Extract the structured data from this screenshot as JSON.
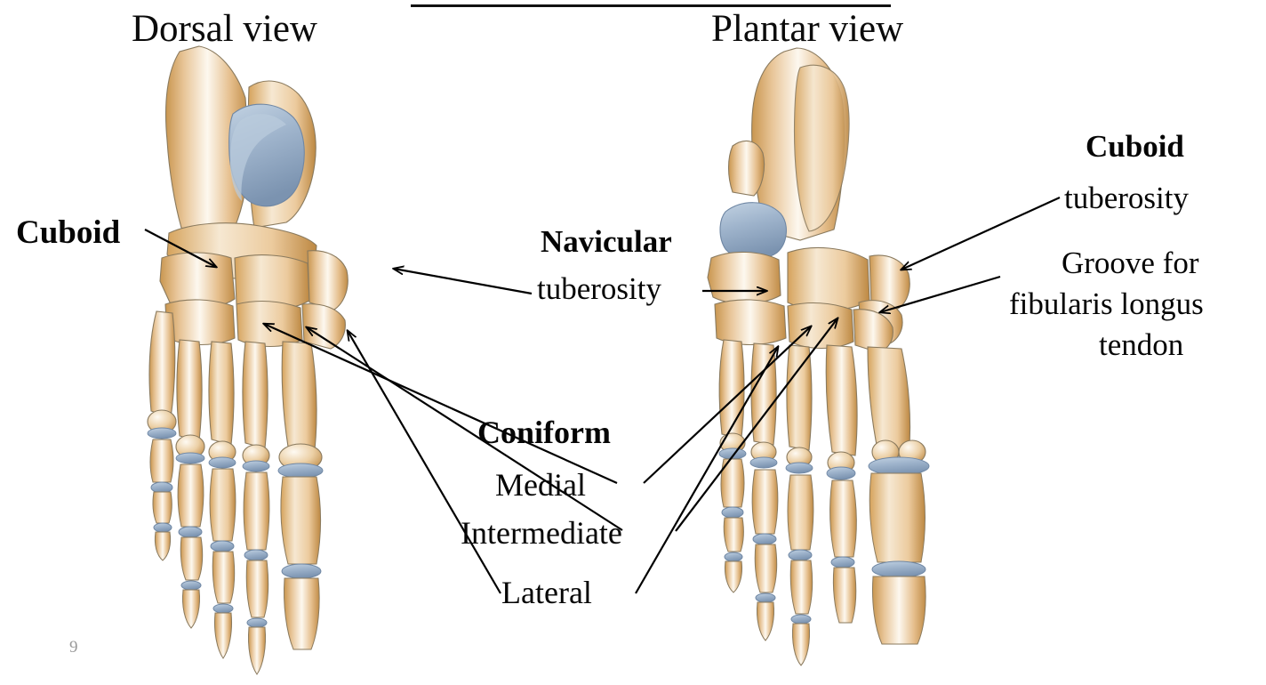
{
  "slide": {
    "page_number": "9",
    "background_color": "#ffffff",
    "divider_color": "#111111"
  },
  "views": {
    "left": {
      "title": "Dorsal view"
    },
    "right": {
      "title": "Plantar view"
    }
  },
  "labels": {
    "cuboid_left": "Cuboid",
    "navicular": "Navicular",
    "navicular_tuberosity": "tuberosity",
    "cuboid_right": "Cuboid",
    "cuboid_tuberosity": "tuberosity",
    "groove_line1": "Groove for",
    "groove_line2": "fibularis longus",
    "groove_line3": "tendon",
    "coniform": "Coniform",
    "medial": "Medial",
    "intermediate": "Intermediate",
    "lateral": "Lateral"
  },
  "illustration": {
    "subject": "human foot skeleton, two views",
    "bone_color": "#e9c79c",
    "bone_shadow_color": "#c8964f",
    "bone_highlight_color": "#fbf3e6",
    "cartilage_color": "#9fb4cc",
    "cartilage_shadow_color": "#7e97b4",
    "outline_color": "#8a7a5e",
    "arrow_color": "#000000"
  }
}
